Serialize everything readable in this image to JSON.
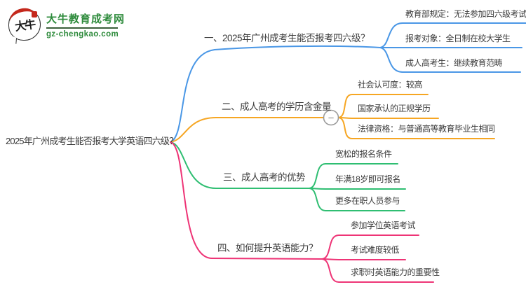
{
  "logo": {
    "icon_text": "大牛",
    "site_name": "大牛教育成考网",
    "site_url": "gz-chengkao.com",
    "brand_color": "#2e8b3c",
    "seal_color": "#c5281c"
  },
  "mindmap": {
    "root": {
      "label": "2025年广州成考生能否报考大学英语四六级？"
    },
    "collapse_symbol": "−",
    "branches": [
      {
        "label": "一、2025年广州成考生能否报考四六级？",
        "color": "#4a97e6",
        "children": [
          "教育部规定：无法参加四六级考试",
          "报考对象：全日制在校大学生",
          "成人高考生：继续教育范畴"
        ]
      },
      {
        "label": "二、成人高考的学历含金量",
        "color": "#f6a623",
        "children": [
          "社会认可度：较高",
          "国家承认的正规学历",
          "法律资格：与普通高等教育毕业生相同"
        ]
      },
      {
        "label": "三、成人高考的优势",
        "color": "#2fbe72",
        "children": [
          "宽松的报名条件",
          "年满18岁即可报名",
          "更多在职人员参与"
        ]
      },
      {
        "label": "四、如何提升英语能力？",
        "color": "#ee3476",
        "children": [
          "参加学位英语考试",
          "考试难度较低",
          "求职时英语能力的重要性"
        ]
      }
    ]
  }
}
